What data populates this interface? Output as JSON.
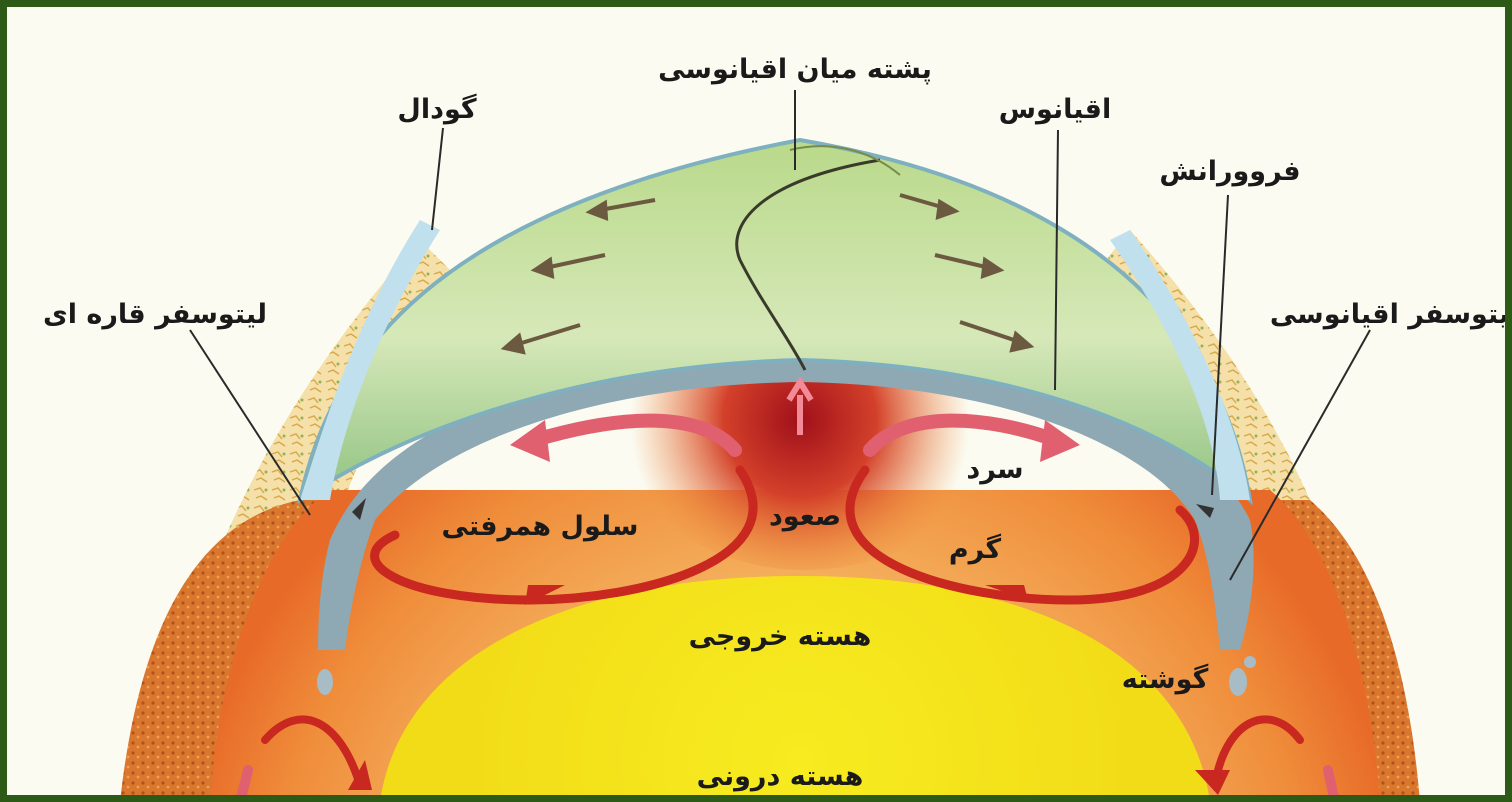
{
  "labels": {
    "mid_ocean_ridge": "پشته میان اقیانوسی",
    "trench": "گودال",
    "ocean": "اقیانوس",
    "subduction": "فروورانش",
    "continental_lithosphere": "لیتوسفر قاره ای",
    "oceanic_lithosphere": "لیتوسفر اقیانوسی",
    "convection_cell": "سلول همرفتی",
    "upwelling": "صعود",
    "cold": "سرد",
    "warm": "گرم",
    "outer_core": "هسته خروجی",
    "mantle": "گوشته",
    "inner_core": "هسته درونی"
  },
  "colors": {
    "frame": "#2e5a18",
    "background": "#fbfbf1",
    "mantle": "#f0a050",
    "core": "#f4e820",
    "oceanic_plate": "#cfe3a8",
    "lithosphere_band": "#8ea8b4",
    "arrow": "#cc2a22"
  }
}
